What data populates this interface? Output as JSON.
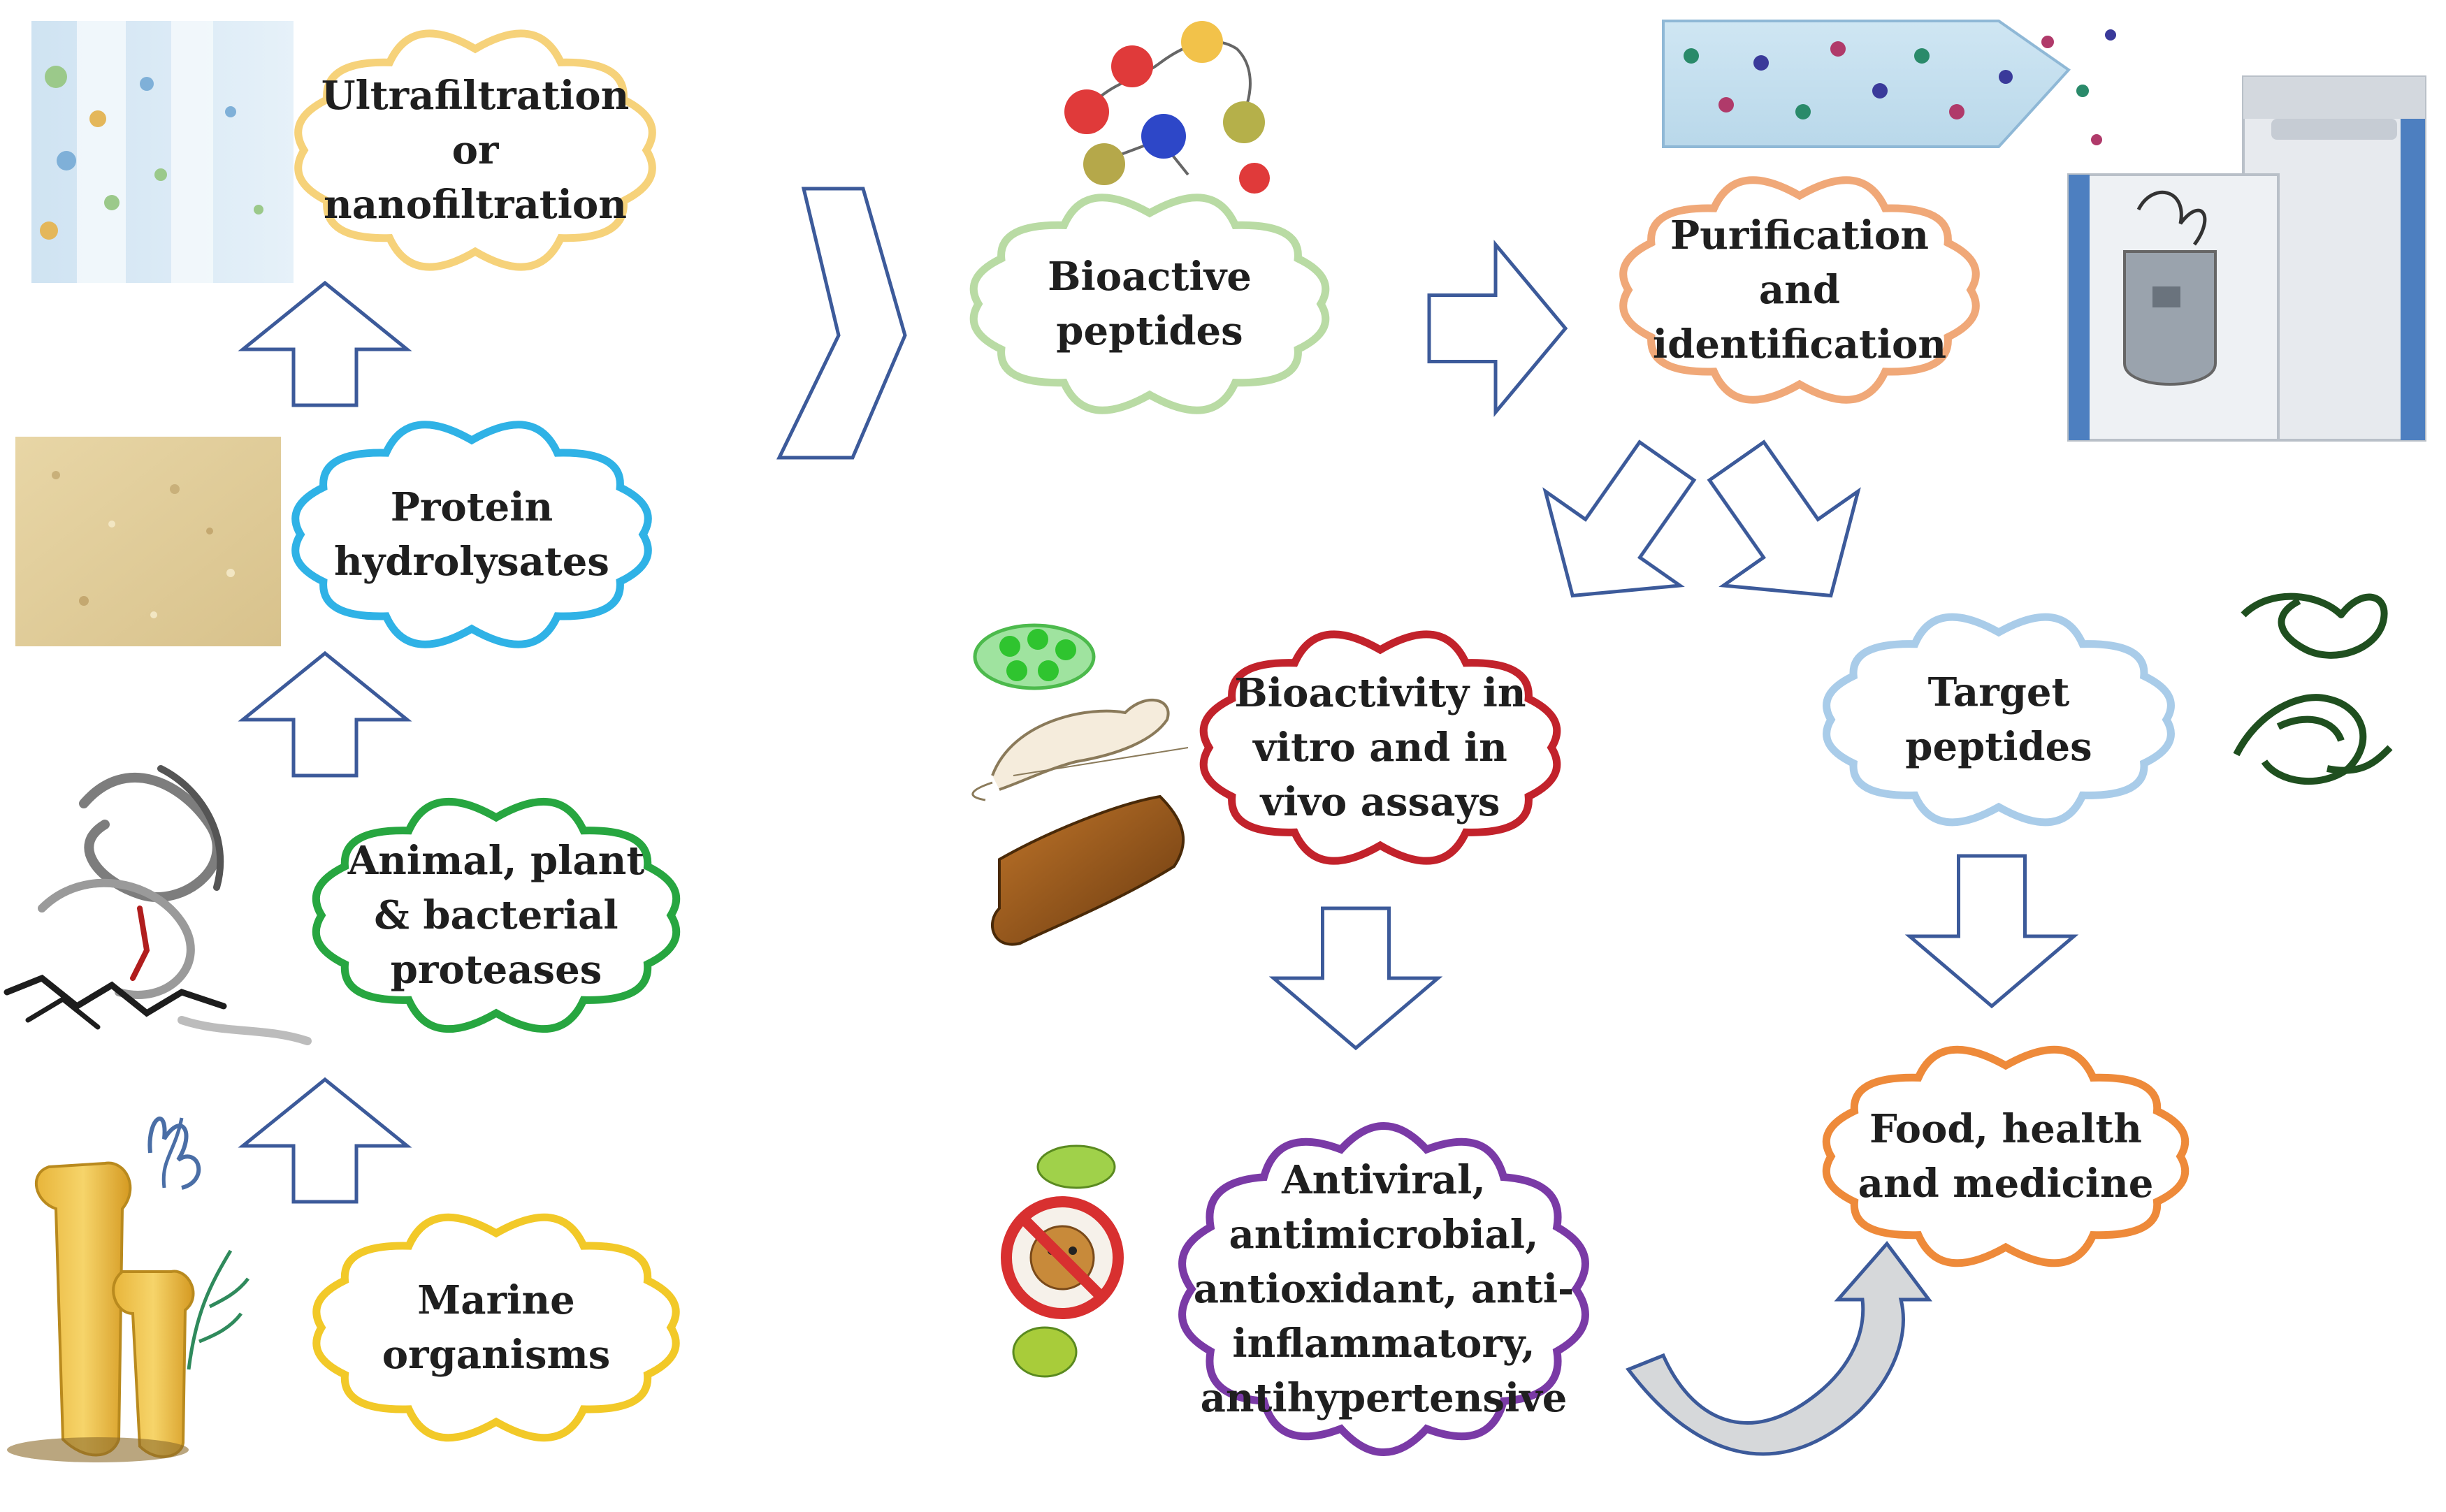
{
  "clouds": {
    "ultrafiltration": {
      "lines": [
        "Ultrafiltration",
        "or",
        "nanofiltration"
      ],
      "color": "#f6d27a"
    },
    "protein": {
      "lines": [
        "Protein",
        "hydrolysates"
      ],
      "color": "#2fb2e6"
    },
    "proteases": {
      "lines": [
        "Animal, plant",
        "& bacterial",
        "proteases"
      ],
      "color": "#27a640"
    },
    "marine": {
      "lines": [
        "Marine",
        "organisms"
      ],
      "color": "#f2c928"
    },
    "bioactive": {
      "lines": [
        "Bioactive",
        "peptides"
      ],
      "color": "#b9dba4"
    },
    "purification": {
      "lines": [
        "Purification",
        "and",
        "identification"
      ],
      "color": "#f0a878"
    },
    "bioactivity": {
      "lines": [
        "Bioactivity in",
        "vitro and in",
        "vivo assays"
      ],
      "color": "#c2222b"
    },
    "target": {
      "lines": [
        "Target",
        "peptides"
      ],
      "color": "#a9cce9"
    },
    "effects": {
      "lines": [
        "Antiviral,",
        "antimicrobial,",
        "antioxidant, anti-",
        "inflammatory,",
        "antihypertensive"
      ],
      "color": "#7a3aa6"
    },
    "food": {
      "lines": [
        "Food, health",
        "and medicine"
      ],
      "color": "#ee8a3a"
    }
  },
  "arrow_color": "#3c5a9a",
  "illustrations": [
    "filtration-membrane-image",
    "protein-powder-image",
    "protease-structure-image",
    "marine-sponge-image",
    "peptide-molecule-icon",
    "chromatography-column-icon",
    "mass-spectrometer-icon",
    "lab-rat-and-cell-culture-icon",
    "virus-prohibited-icon",
    "peptide-chain-icon"
  ]
}
